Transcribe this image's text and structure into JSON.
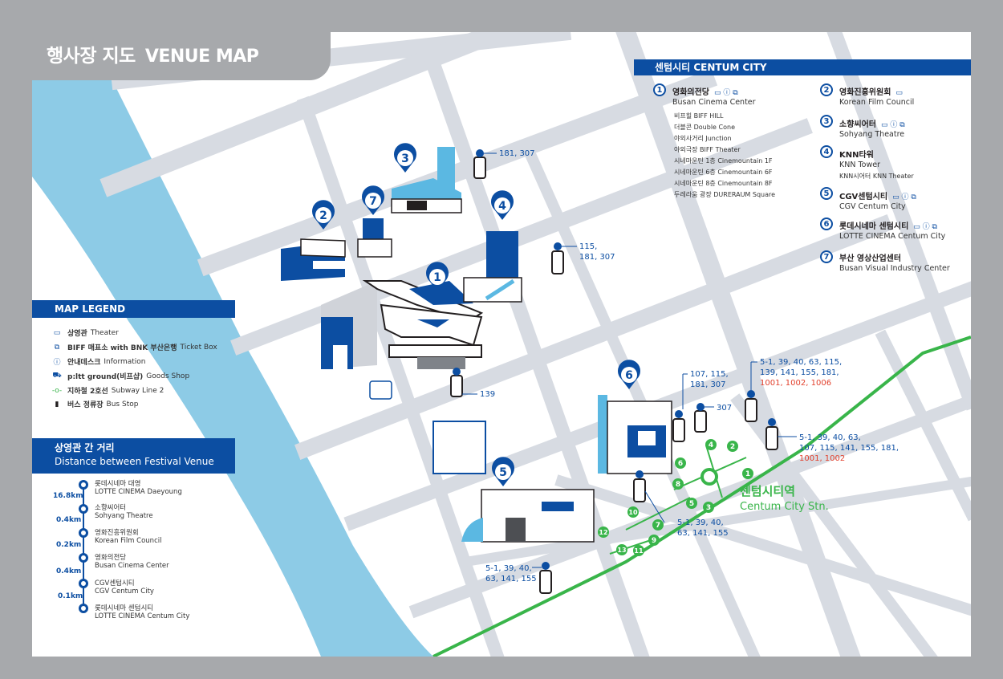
{
  "title": {
    "ko": "행사장 지도",
    "en": "VENUE MAP"
  },
  "legend": {
    "heading": "MAP LEGEND",
    "items": [
      {
        "icon": "theater-icon",
        "ko": "상영관",
        "en": "Theater"
      },
      {
        "icon": "ticket-icon",
        "ko": "BIFF 매표소 with BNK 부산은행",
        "en": "Ticket Box"
      },
      {
        "icon": "info-icon",
        "ko": "안내데스크",
        "en": "Information"
      },
      {
        "icon": "cart-icon",
        "ko": "p:ltt ground(비프샵)",
        "en": "Goods Shop"
      },
      {
        "icon": "subway-icon",
        "ko": "지하철 2호선",
        "en": "Subway Line 2"
      },
      {
        "icon": "bus-stop-icon",
        "ko": "버스 정류장",
        "en": "Bus Stop"
      }
    ]
  },
  "distance": {
    "heading_ko": "상영관 간 거리",
    "heading_en": "Distance between Festival Venue",
    "venues": [
      {
        "ko": "롯데시네마 대영",
        "en": "LOTTE CINEMA Daeyoung"
      },
      {
        "ko": "소향씨어터",
        "en": "Sohyang Theatre"
      },
      {
        "ko": "영화진흥위원회",
        "en": "Korean Film Council"
      },
      {
        "ko": "영화의전당",
        "en": "Busan Cinema Center"
      },
      {
        "ko": "CGV센텀시티",
        "en": "CGV Centum City"
      },
      {
        "ko": "롯데시네마 센텀시티",
        "en": "LOTTE CINEMA Centum City"
      }
    ],
    "gaps": [
      "16.8km",
      "0.4km",
      "0.2km",
      "0.4km",
      "0.1km"
    ]
  },
  "centum": {
    "heading": "센텀시티 CENTUM CITY",
    "venues": [
      {
        "num": "1",
        "ko": "영화의전당",
        "en": "Busan Cinema Center"
      },
      {
        "num": "2",
        "ko": "영화진흥위원회",
        "en": "Korean Film Council"
      },
      {
        "num": "3",
        "ko": "소향씨어터",
        "en": "Sohyang Theatre"
      },
      {
        "num": "4",
        "ko": "KNN타워",
        "en": "KNN Tower"
      },
      {
        "num": "5",
        "ko": "CGV센텀시티",
        "en": "CGV Centum City"
      },
      {
        "num": "6",
        "ko": "롯데시네마 센텀시티",
        "en": "LOTTE CINEMA Centum City"
      },
      {
        "num": "7",
        "ko": "부산 영상산업센터",
        "en": "Busan Visual Industry Center"
      }
    ],
    "bcc_sub": [
      "비프힐 BIFF HILL",
      "더블콘 Double Cone",
      "야외사거리 Junction",
      "야외극장 BIFF Theater",
      "시네마운틴 1층 Cinemountain 1F",
      "시네마운틴 6층 Cinemountain 6F",
      "시네마운틴 8층 Cinemountain 8F",
      "두레라움 광장 DURERAUM Square"
    ],
    "knn_sub": "KNN시어터 KNN Theater"
  },
  "bus_stops": [
    {
      "lines": [
        "181, 307"
      ]
    },
    {
      "lines": [
        "115,",
        "181, 307"
      ]
    },
    {
      "lines": [
        "139"
      ]
    },
    {
      "lines": [
        "107, 115,",
        "181, 307"
      ]
    },
    {
      "lines": [
        "307"
      ]
    },
    {
      "lines": [
        "5-1, 39, 40, 63, 115,",
        "139, 141, 155, 181,"
      ],
      "red": "1001, 1002, 1006"
    },
    {
      "lines": [
        "5-1, 39, 40, 63,",
        "107, 115, 141, 155, 181,"
      ],
      "red": "1001, 1002"
    },
    {
      "lines": [
        "5-1, 39, 40,",
        "63, 141, 155"
      ]
    },
    {
      "lines": [
        "5-1, 39, 40,",
        "63, 141, 155"
      ]
    }
  ],
  "station": {
    "ko": "센텀시티역",
    "en": "Centum City Stn."
  },
  "exits": [
    "1",
    "2",
    "3",
    "4",
    "5",
    "6",
    "7",
    "8",
    "9",
    "10",
    "11",
    "12",
    "13"
  ],
  "venue_markers": [
    "1",
    "2",
    "3",
    "4",
    "5",
    "6",
    "7"
  ],
  "colors": {
    "blue": "#0c4ea2",
    "road": "#d7dbe2",
    "river": "#8dcbe6",
    "subway": "#39b54a",
    "frame": "#a7a9ac",
    "red": "#e2412d"
  }
}
